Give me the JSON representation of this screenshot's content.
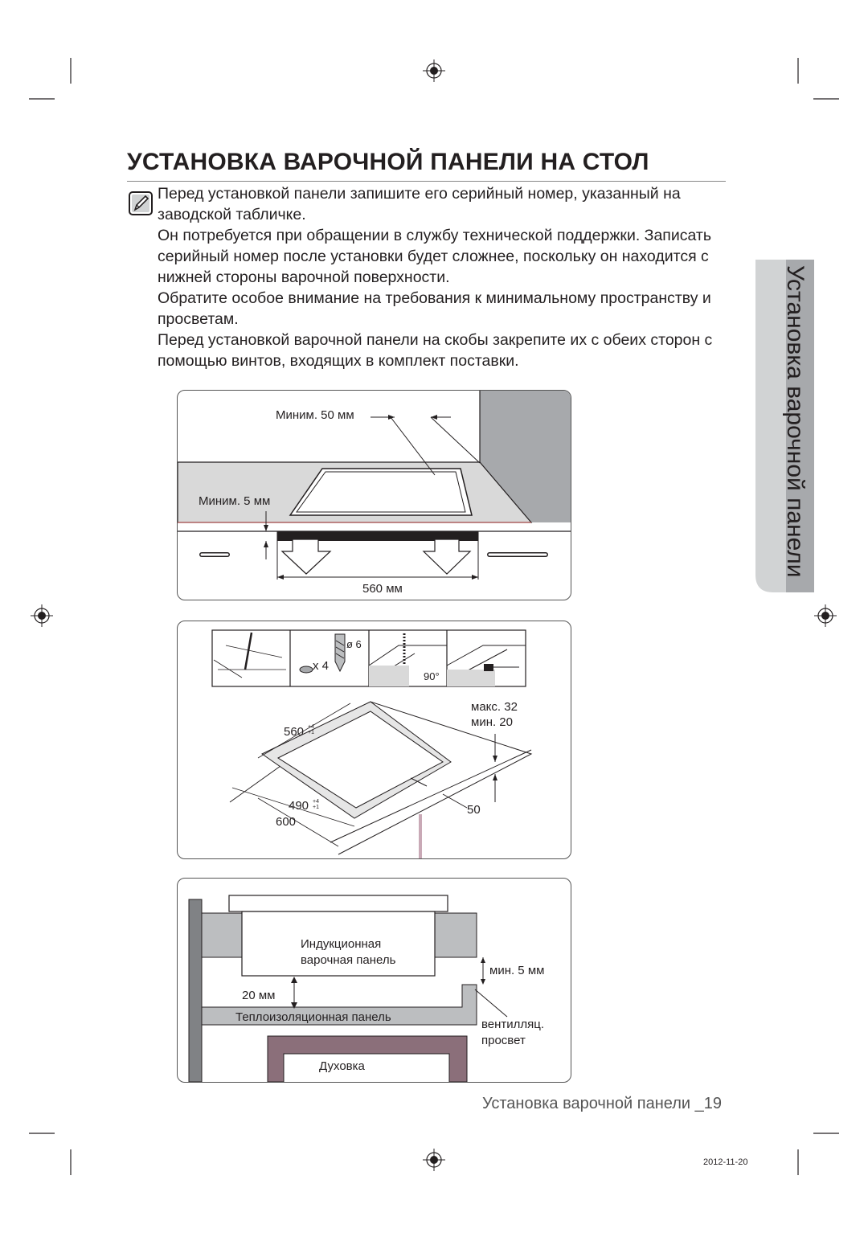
{
  "page": {
    "title": "УСТАНОВКА ВАРОЧНОЙ ПАНЕЛИ НА СТОЛ",
    "side_tab": "Установка варочной панели",
    "footer": "Установка варочной панели _19",
    "print_date": "2012-11-20"
  },
  "note_icon": "note-pencil-icon",
  "paragraphs": [
    "Перед установкой панели запишите его серийный номер, указанный на заводской табличке.",
    "Он потребуется при обращении в службу технической поддержки. Записать серийный номер после установки будет сложнее, поскольку он находится с нижней стороны варочной поверхности.",
    "Обратите особое внимание на требования к минимальному пространству и просветам.",
    "Перед установкой варочной панели на скобы закрепите их с обеих сторон  с помощью винтов, входящих в комплект поставки."
  ],
  "figure1": {
    "min50": "Миним. 50 мм",
    "min5": "Миним. 5 мм",
    "width": "560 мм"
  },
  "figure2": {
    "drill": "ø 6",
    "screws": "x 4",
    "angle": "90°",
    "max": "макс. 32",
    "min": "мин. 20",
    "cut_width": "560",
    "cut_width_tol": "+4 +1",
    "cut_depth": "490",
    "cut_depth_tol": "+4 +1",
    "depth": "600",
    "edge": "50"
  },
  "figure3": {
    "hob_line1": "Индукционная",
    "hob_line2": "варочная панель",
    "gap20": "20 мм",
    "min5": "мин. 5 мм",
    "insulation": "Теплоизоляционная панель",
    "vent_line1": "вентилляц.",
    "vent_line2": "просвет",
    "oven": "Духовка"
  },
  "colors": {
    "side_tab": "#a7a9ac",
    "counter": "#bcbec0",
    "wall": "#808285",
    "oven": "#8b6f7a"
  }
}
